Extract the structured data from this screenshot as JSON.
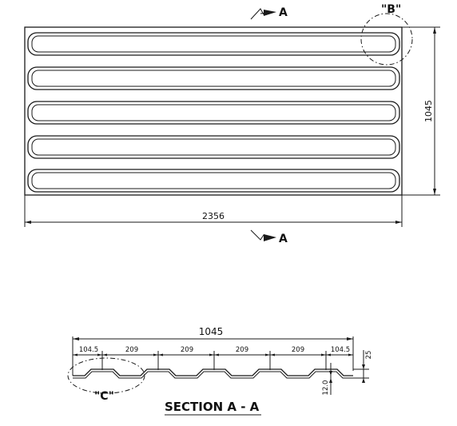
{
  "plan": {
    "width_label": "2356",
    "height_label": "1045",
    "section_marker": "A",
    "detail_b_label": "\"B\""
  },
  "section": {
    "title": "SECTION A - A",
    "overall_label": "1045",
    "spacing_labels": [
      "104.5",
      "209",
      "209",
      "209",
      "209",
      "104.5"
    ],
    "height_label": "25",
    "thickness_label": "12.0",
    "detail_c_label": "\"C\""
  }
}
